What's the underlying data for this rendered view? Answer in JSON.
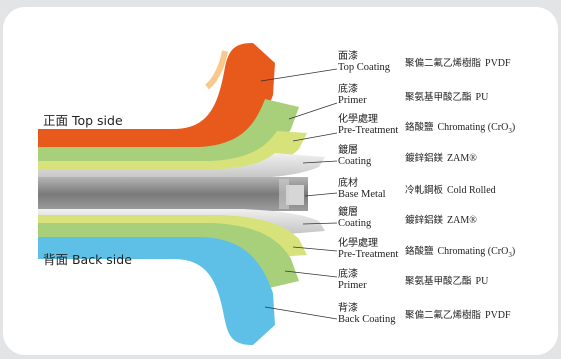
{
  "side_labels": {
    "top": "正面  Top side",
    "back": "背面  Back side"
  },
  "layers": [
    {
      "zh": "面漆",
      "en": "Top Coating",
      "desc_zh": "聚偏二氟乙烯樹脂",
      "desc_en": "PVDF",
      "color": "#e8591c"
    },
    {
      "zh": "底漆",
      "en": "Primer",
      "desc_zh": "聚氨基甲酸乙酯",
      "desc_en": "PU",
      "color": "#a8d07a"
    },
    {
      "zh": "化學處理",
      "en": "Pre-Treatment",
      "desc_zh": "鉻酸鹽",
      "desc_en": "Chromating (CrO",
      "desc_sub": "3",
      "desc_tail": ")",
      "color": "#d7e37a"
    },
    {
      "zh": "鍍層",
      "en": "Coating",
      "desc_zh": "鍍鋅鋁鎂",
      "desc_en": "ZAM®",
      "color": "#d9d9d9"
    },
    {
      "zh": "底材",
      "en": "Base Metal",
      "desc_zh": "冷軋鋼板",
      "desc_en": "Cold Rolled",
      "color": "#8d8d8d"
    },
    {
      "zh": "鍍層",
      "en": "Coating",
      "desc_zh": "鍍鋅鋁鎂",
      "desc_en": "ZAM®",
      "color": "#d9d9d9"
    },
    {
      "zh": "化學處理",
      "en": "Pre-Treatment",
      "desc_zh": "鉻酸鹽",
      "desc_en": "Chromating (CrO",
      "desc_sub": "3",
      "desc_tail": ")",
      "color": "#d7e37a"
    },
    {
      "zh": "底漆",
      "en": "Primer",
      "desc_zh": "聚氨基甲酸乙酯",
      "desc_en": "PU",
      "color": "#a8d07a"
    },
    {
      "zh": "背漆",
      "en": "Back Coating",
      "desc_zh": "聚偏二氟乙烯樹脂",
      "desc_en": "PVDF",
      "color": "#5ec0e6"
    }
  ]
}
